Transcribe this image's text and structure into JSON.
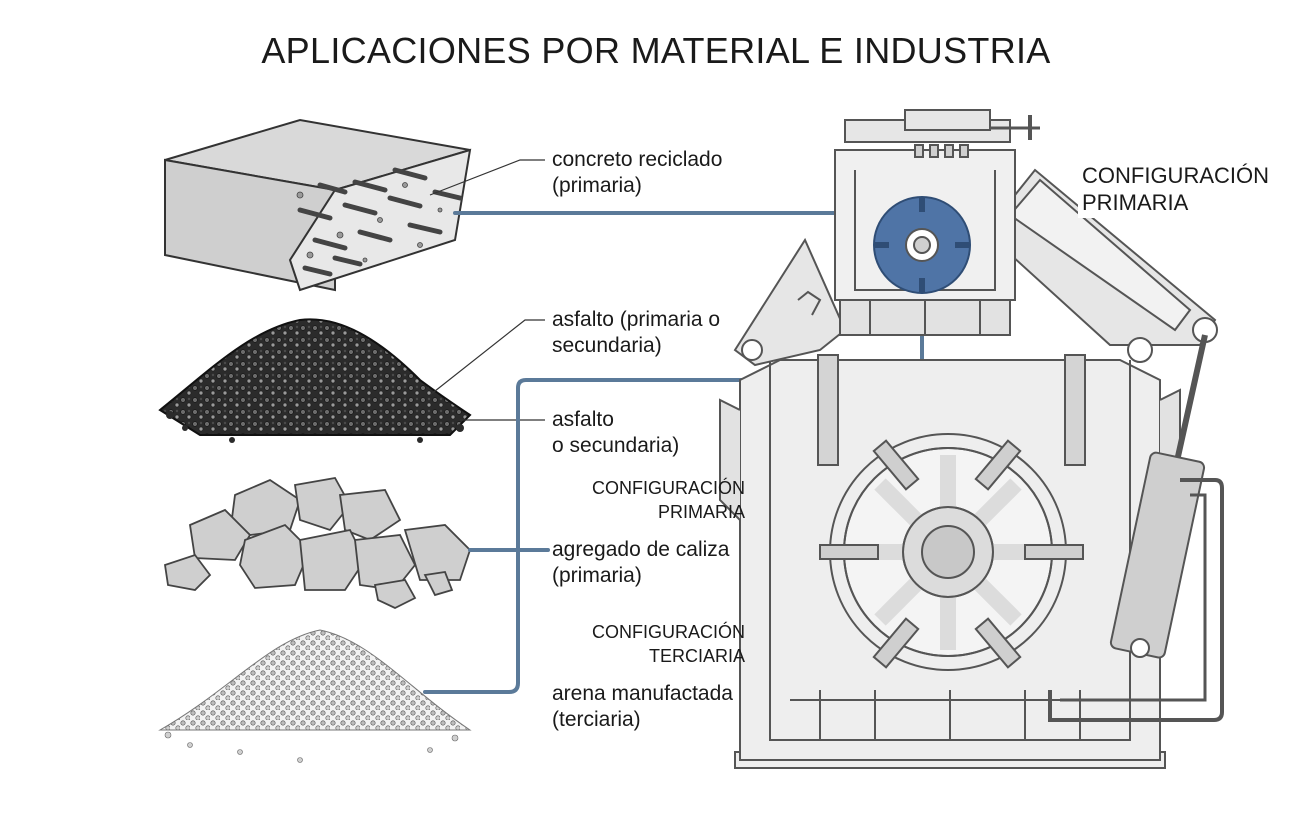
{
  "title": "APLICACIONES POR MATERIAL E INDUSTRIA",
  "colors": {
    "connector": "#5b7a99",
    "rotor_blue": "#4f74a6",
    "machine_fill": "#eeeeee",
    "outline": "#555555"
  },
  "materials": [
    {
      "line1": "concreto reciclado",
      "line2": "(primaria)"
    },
    {
      "line1": "asfalto (primaria o",
      "line2": "secundaria)"
    },
    {
      "line1": "asfalto",
      "line2": "o secundaria)"
    },
    {
      "line1": "agregado de caliza",
      "line2": "(primaria)"
    },
    {
      "line1": "arena manufactada",
      "line2": "(terciaria)"
    }
  ],
  "configurations": {
    "top": {
      "line1": "CONFIGURACIÓN",
      "line2": "PRIMARIA"
    },
    "rotor_primary": {
      "line1": "CONFIGURACIÓN",
      "line2": "PRIMARIA"
    },
    "rotor_tertiary": {
      "line1": "CONFIGURACIÓN",
      "line2": "TERCIARIA"
    }
  }
}
